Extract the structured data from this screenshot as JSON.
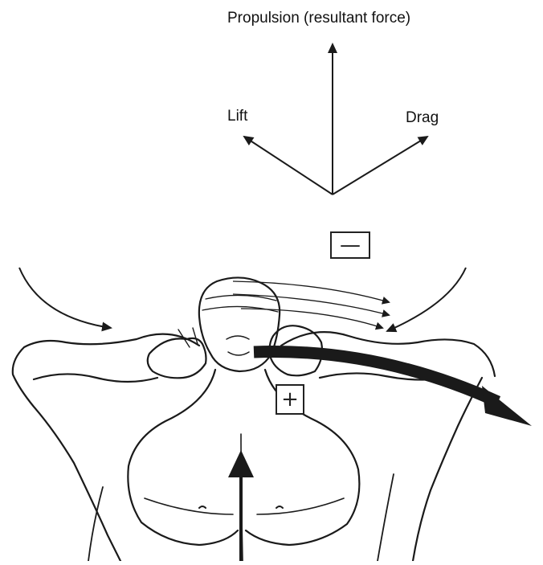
{
  "labels": {
    "resultant": "Propulsion (resultant force)",
    "lift": "Lift",
    "drag": "Drag"
  },
  "signs": {
    "low_pressure": "—",
    "high_pressure": "+"
  },
  "colors": {
    "ink": "#1a1a1a",
    "background": "#ffffff"
  }
}
